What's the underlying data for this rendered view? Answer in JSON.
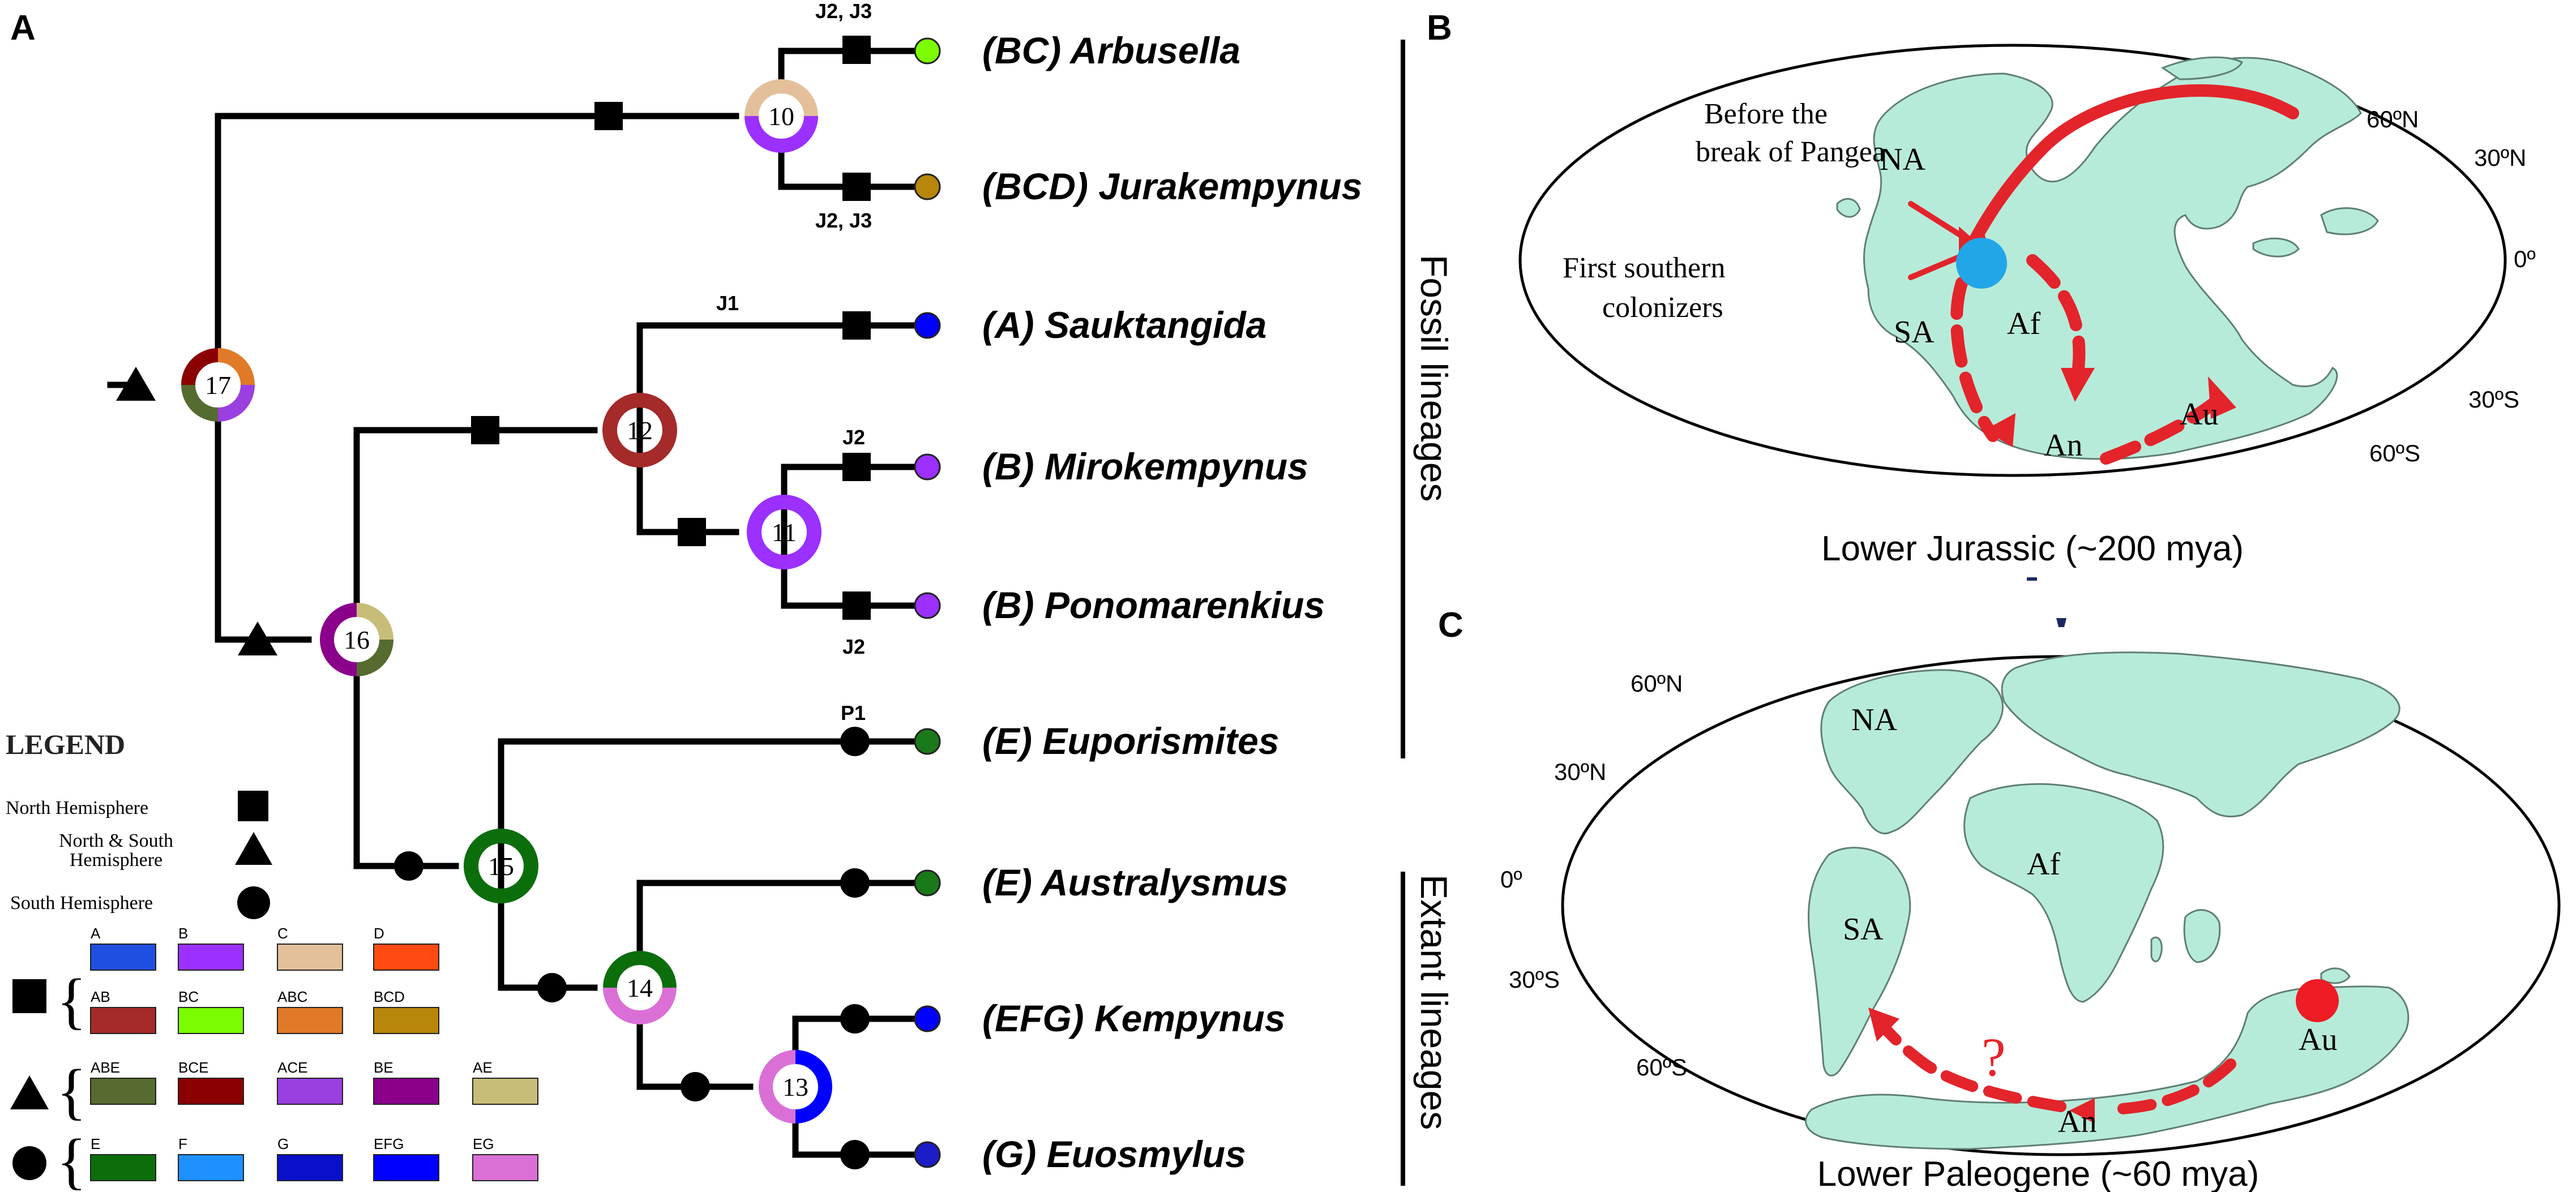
{
  "panels": {
    "a": "A",
    "b": "B",
    "c": "C"
  },
  "taxa": [
    "(BC) Arbusella",
    "(BCD) Jurakempynus",
    "(A) Sauktangida",
    "(B) Mirokempynus",
    "(B) Ponomarenkius",
    "(E) Euporismites",
    "(E) Australysmus",
    "(EFG) Kempynus",
    "(G) Euosmylus"
  ],
  "tip_colors": [
    "#7cfc00",
    "#b8860b",
    "#0000ff",
    "#9b30ff",
    "#9b30ff",
    "#1a7a1a",
    "#1a7a1a",
    "#0000ff",
    "#1c1cc8"
  ],
  "period_labels": [
    "J2, J3",
    "J2, J3",
    "J1",
    "J2",
    "J2",
    "P1"
  ],
  "nodes": [
    "10",
    "11",
    "12",
    "13",
    "14",
    "15",
    "16",
    "17"
  ],
  "lineage_groups": [
    "Fossil lineages",
    "Extant lineages"
  ],
  "legend": {
    "title": "LEGEND",
    "north": "North Hemisphere",
    "north_south_1": "North & South",
    "north_south_2": "Hemisphere",
    "south": "South Hemisphere",
    "rows": [
      [
        {
          "code": "A",
          "color": "#1f4fe0"
        },
        {
          "code": "B",
          "color": "#9b30ff"
        },
        {
          "code": "C",
          "color": "#e3c09a"
        },
        {
          "code": "D",
          "color": "#ff4a12"
        }
      ],
      [
        {
          "code": "AB",
          "color": "#a52a2a"
        },
        {
          "code": "BC",
          "color": "#7cfc00"
        },
        {
          "code": "ABC",
          "color": "#e07a28"
        },
        {
          "code": "BCD",
          "color": "#b8860b"
        }
      ],
      [
        {
          "code": "ABE",
          "color": "#556b2f"
        },
        {
          "code": "BCE",
          "color": "#8b0000"
        },
        {
          "code": "ACE",
          "color": "#9a3fe0"
        },
        {
          "code": "BE",
          "color": "#8b008b"
        },
        {
          "code": "AE",
          "color": "#c8bd78"
        }
      ],
      [
        {
          "code": "E",
          "color": "#0b6e0b"
        },
        {
          "code": "F",
          "color": "#1e90ff"
        },
        {
          "code": "G",
          "color": "#0a10c8"
        },
        {
          "code": "EFG",
          "color": "#0000ff"
        },
        {
          "code": "EG",
          "color": "#da70d6"
        }
      ]
    ]
  },
  "map_b": {
    "title": "Lower Jurassic (~200 mya)",
    "lat_labels": [
      "60ºN",
      "30ºN",
      "0º",
      "30ºS",
      "60ºS"
    ],
    "note1_line1": "Before the",
    "note1_line2": "break of Pangea",
    "note2_line1": "First southern",
    "note2_line2": "colonizers",
    "continents": [
      "NA",
      "SA",
      "Af",
      "An",
      "Au"
    ]
  },
  "map_c": {
    "title": "Lower Paleogene (~60 mya)",
    "lat_labels": [
      "60ºN",
      "30ºN",
      "0º",
      "30ºS",
      "60ºS"
    ],
    "continents": [
      "NA",
      "Af",
      "SA",
      "Au",
      "An"
    ],
    "question": "?"
  },
  "colors": {
    "land": "#b7ebd9",
    "land_edge": "#5f7f74",
    "arrow": "#e3242b",
    "marker_blue": "#22a6e8",
    "marker_red": "#ee1c24"
  }
}
